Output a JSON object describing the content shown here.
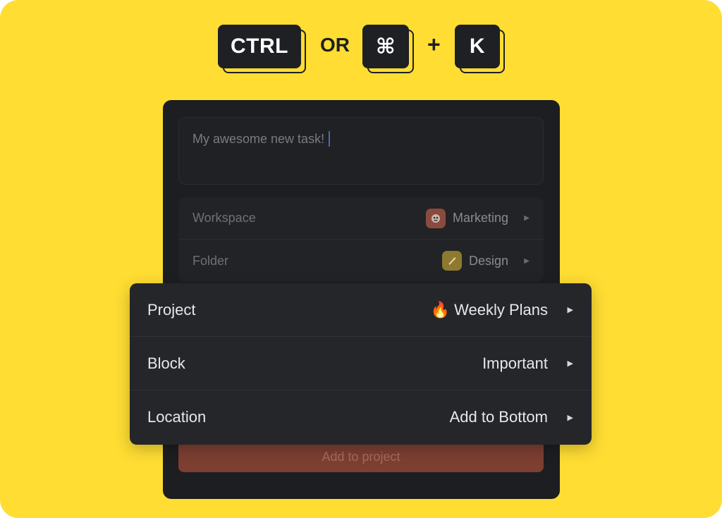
{
  "shortcut": {
    "key1": "CTRL",
    "or_label": "OR",
    "key2": "⌘",
    "plus_label": "+",
    "key3": "K"
  },
  "dialog": {
    "task_input_value": "My awesome new task!",
    "workspace": {
      "label": "Workspace",
      "value": "Marketing",
      "icon": "marketing-app-icon"
    },
    "folder": {
      "label": "Folder",
      "value": "Design",
      "icon": "design-app-icon"
    },
    "add_button_label": "Add to project"
  },
  "panel": {
    "project": {
      "label": "Project",
      "emoji": "🔥",
      "value": "Weekly Plans"
    },
    "block": {
      "label": "Block",
      "value": "Important"
    },
    "location": {
      "label": "Location",
      "value": "Add to Bottom"
    }
  },
  "colors": {
    "background": "#FFDD33",
    "dialog": "#1d1e21",
    "panel": "#25262a",
    "accent_button": "#7d3f31",
    "caret": "#3f6fb5"
  }
}
